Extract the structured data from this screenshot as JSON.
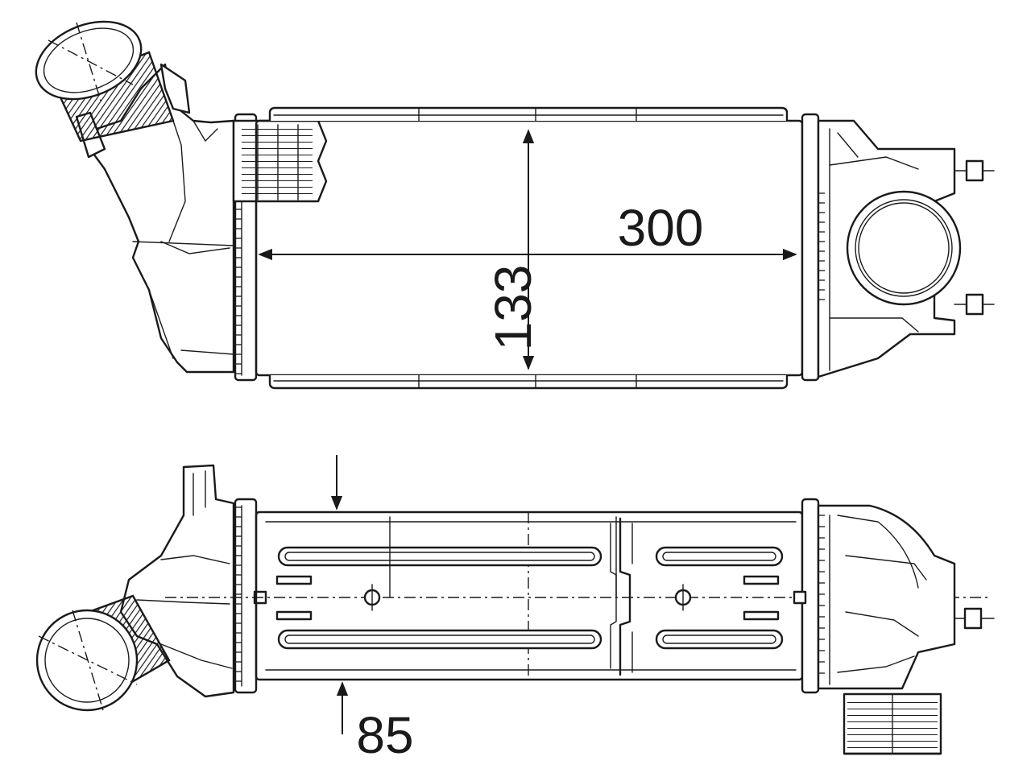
{
  "dimensions": {
    "length": "300",
    "height": "133",
    "depth": "85"
  },
  "colors": {
    "line": "#1a1a1a",
    "background": "#ffffff"
  }
}
